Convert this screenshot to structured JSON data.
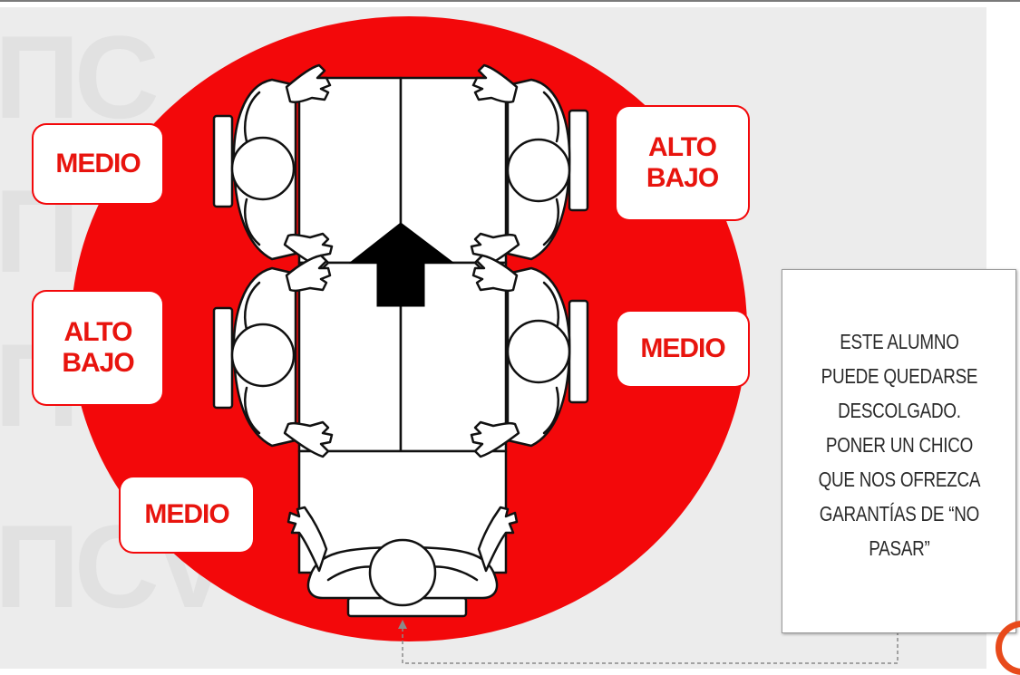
{
  "labels": {
    "left_top": {
      "lines": [
        "MEDIO"
      ]
    },
    "right_top": {
      "lines": [
        "ALTO",
        "BAJO"
      ]
    },
    "left_mid": {
      "lines": [
        "ALTO",
        "BAJO"
      ]
    },
    "right_mid": {
      "lines": [
        "MEDIO"
      ]
    },
    "bottom": {
      "lines": [
        "MEDIO"
      ]
    }
  },
  "note": {
    "text": "ESTE ALUMNO\nPUEDE QUEDARSE\nDESCOLGADO.\nPONER UN CHICO\nQUE NOS OFREZCA\nGARANTÍAS DE “NO\nPASAR”"
  },
  "colors": {
    "accent_red": "#f3080a",
    "label_text": "#e8140e",
    "logo_orange": "#e84a1b"
  }
}
